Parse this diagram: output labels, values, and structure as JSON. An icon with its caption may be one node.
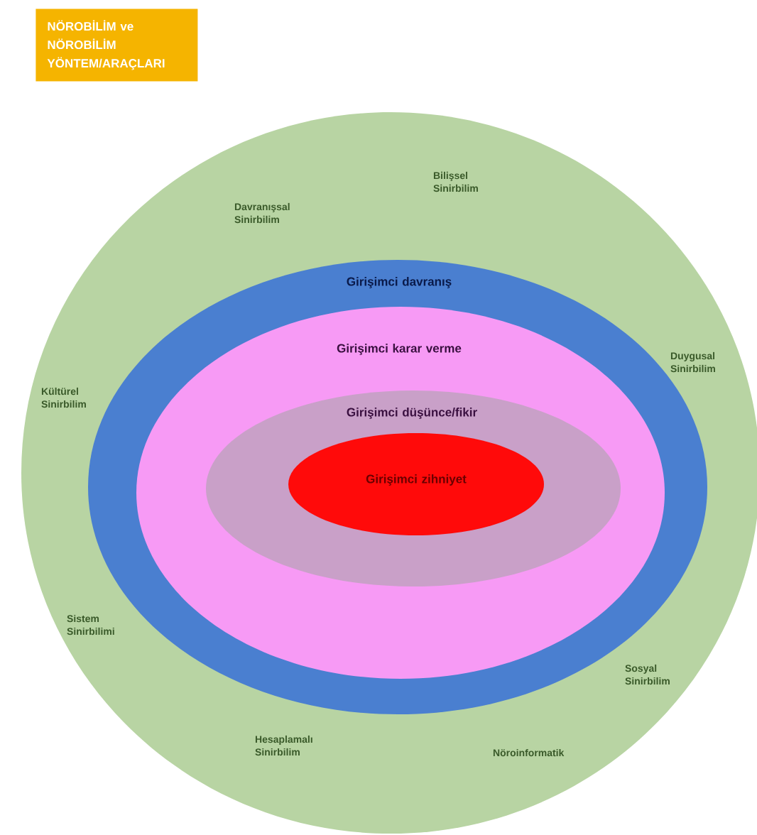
{
  "diagram": {
    "nodes": [
      {
        "text": [
          "NÖROBİLİM ve NÖROBİLİM YÖNTEM/ARAÇLARI"
        ]
      },
      {
        "text": [
          "Davranışsal Sinirbilim",
          "Bilişsel Sinirbilim",
          "Kültürel Sinirbilim",
          "Duygusal Sinirbilim",
          "Sistem Sinirbilimi",
          "Sosyal Sinirbilim",
          "Hesaplamalı Sinirbilim",
          "Nöroinformatik"
        ]
      },
      {
        "text": [
          "Girişimci davranış"
        ],
        "in": 1
      },
      {
        "text": [
          "Girişimci karar verme"
        ],
        "in": 2
      },
      {
        "text": [
          "Girişimci düşünce/fikir"
        ],
        "in": 3
      },
      {
        "text": [
          "Girişimci zihniyet"
        ],
        "in": 4
      }
    ]
  }
}
